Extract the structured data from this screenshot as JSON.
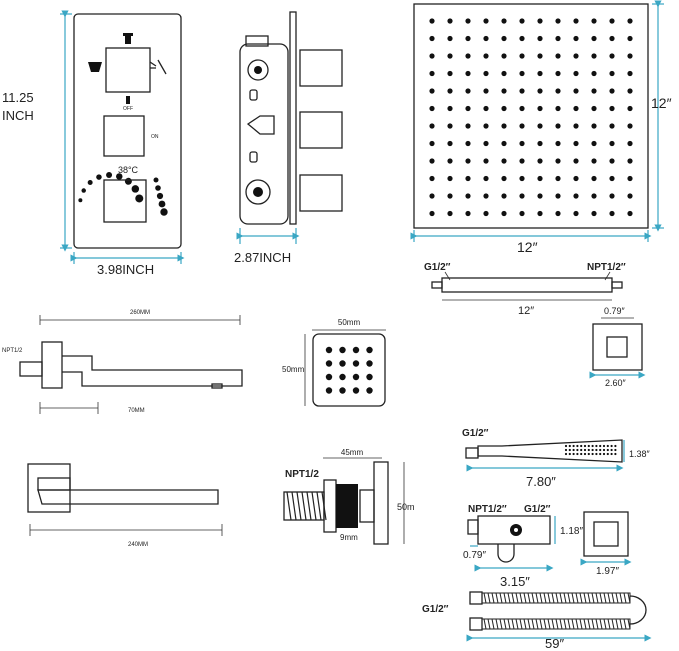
{
  "colors": {
    "dimension_line": "#3aa7c4",
    "outline": "#222222",
    "background": "#ffffff"
  },
  "valve_panel": {
    "height_value": "11.25",
    "height_unit": "INCH",
    "width_label": "3.98INCH",
    "temperature": "38°C",
    "off_label": "OFF",
    "on_label": "ON"
  },
  "valve_body": {
    "depth_label": "2.87INCH"
  },
  "rain_head": {
    "width_label": "12″",
    "height_label": "12″"
  },
  "shower_arm": {
    "left_thread": "G1/2″",
    "right_thread": "NPT1/2″",
    "length_label": "12″",
    "flange_size": "0.79″",
    "escutcheon_size": "2.60″"
  },
  "wall_spout": {
    "length_label": "260MM",
    "thread_label": "NPT1/2",
    "projection_label": "70MM",
    "bottom_length_label": "240MM"
  },
  "body_jet": {
    "width_label": "50mm",
    "height_label": "50mm"
  },
  "jet_side": {
    "thread_label": "NPT1/2",
    "width_label": "45mm",
    "height_label": "50m",
    "depth_label": "9mm"
  },
  "hand_shower": {
    "thread_label": "G1/2″",
    "length_label": "7.80″",
    "height_label": "1.38″"
  },
  "wall_elbow": {
    "npt_label": "NPT1/2″",
    "g_label": "G1/2″",
    "height_label": "1.18″",
    "depth_label": "0.79″",
    "width_label": "3.15″",
    "plate_label": "1.97″"
  },
  "hose": {
    "thread_label": "G1/2″",
    "length_label": "59″"
  }
}
